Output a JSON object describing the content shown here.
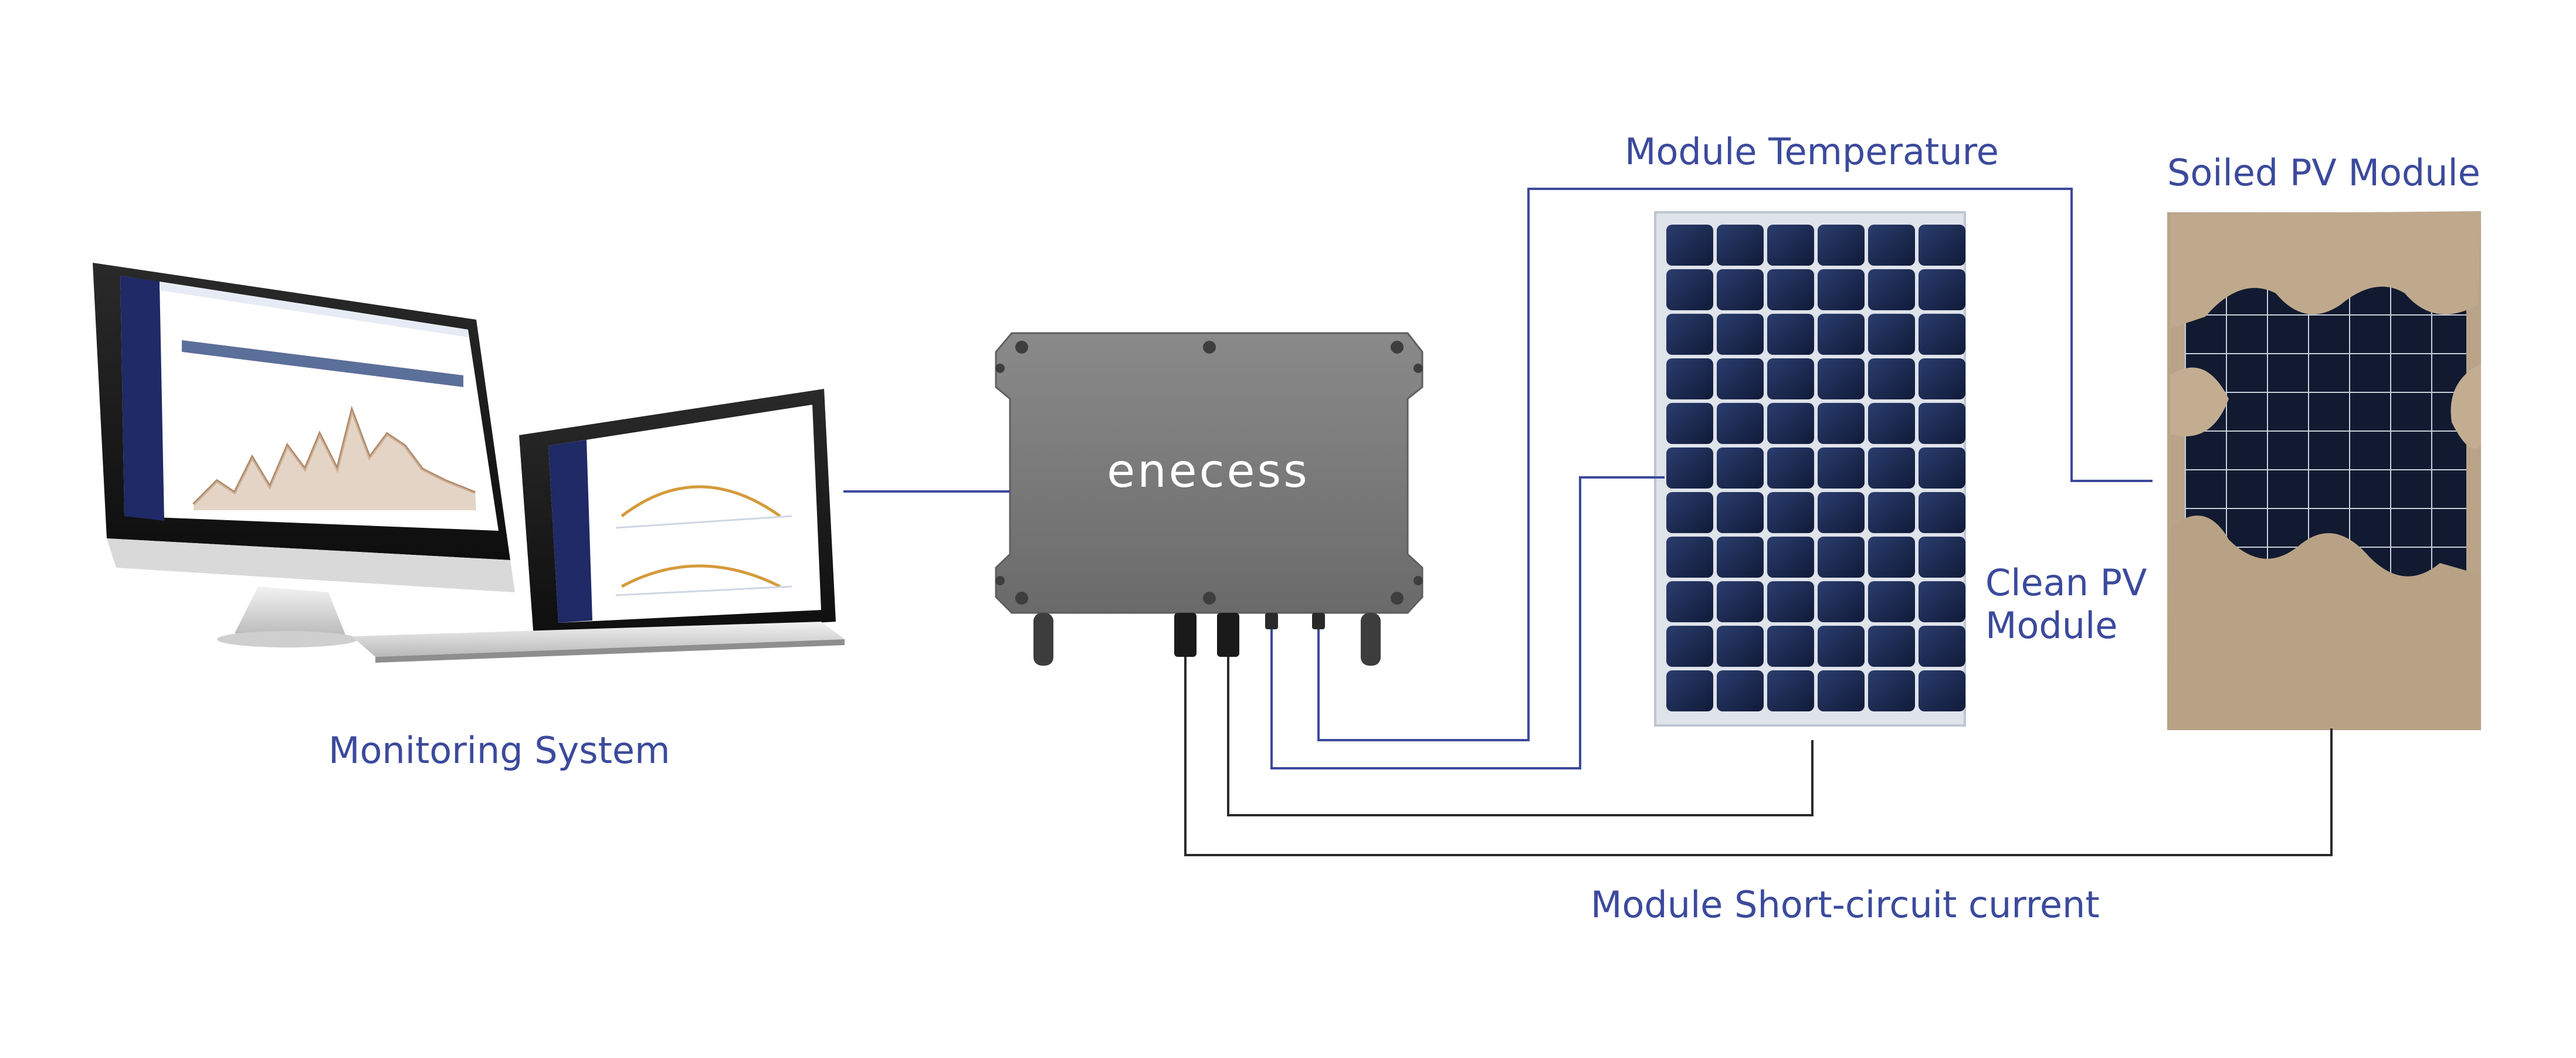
{
  "labels": {
    "monitoring_system": "Monitoring System",
    "module_temperature": "Module Temperature",
    "soiled_pv_module": "Soiled PV Module",
    "clean_pv_module_line1": "Clean PV",
    "clean_pv_module_line2": "Module",
    "short_circuit_current": "Module Short-circuit current"
  },
  "device": {
    "logo_text": "enecess"
  },
  "colors": {
    "label": "#3b4a9c",
    "wire_blue": "#3b4a9c",
    "wire_black": "#2a2a2a",
    "device_body": "#7a7a7a",
    "panel_cell": "#1c2b55",
    "dust": "#b9a48a"
  }
}
